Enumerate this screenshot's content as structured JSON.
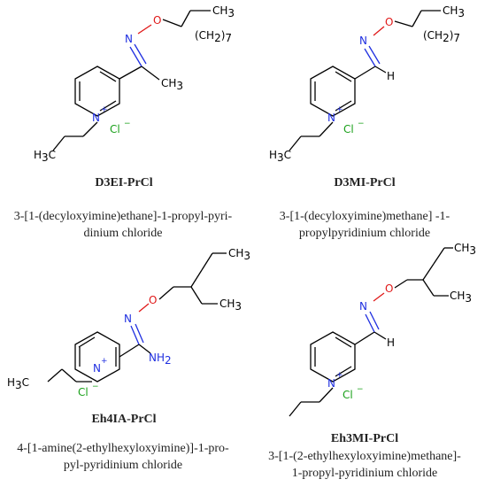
{
  "compounds": [
    {
      "code": "D3EI-PrCl",
      "name_line1": "3-[1-(decyloxyimine)ethane]-1-propyl-pyri-",
      "name_line2": "dinium chloride"
    },
    {
      "code": "D3MI-PrCl",
      "name_line1": "3-[1-(decyloxyimine)methane] -1-",
      "name_line2": "propylpyridinium chloride"
    },
    {
      "code": "Eh4IA-PrCl",
      "name_line1": "4-[1-amine(2-ethylhexyloxyimine)]-1-pro-",
      "name_line2": "pyl-pyridinium chloride"
    },
    {
      "code": "Eh3MI-PrCl",
      "name_line1": "3-[1-(2-ethylhexyloxyimine)methane]-",
      "name_line2": "1-propyl-pyridinium chloride"
    }
  ],
  "atom_labels": {
    "ch3": "CH",
    "sub3": "3",
    "ch2": "(CH",
    "sub2": "2",
    "paren": ")",
    "sub7": "7",
    "n": "N",
    "o": "O",
    "h": "H",
    "nh2": "NH",
    "h3c": "H",
    "h3c_c": "C",
    "cl": "Cl",
    "plus": "+",
    "minus": "−"
  },
  "colors": {
    "nitrogen": "#1f2fe0",
    "oxygen": "#e01818",
    "chloride": "#1aa01a",
    "bond": "#000000"
  }
}
